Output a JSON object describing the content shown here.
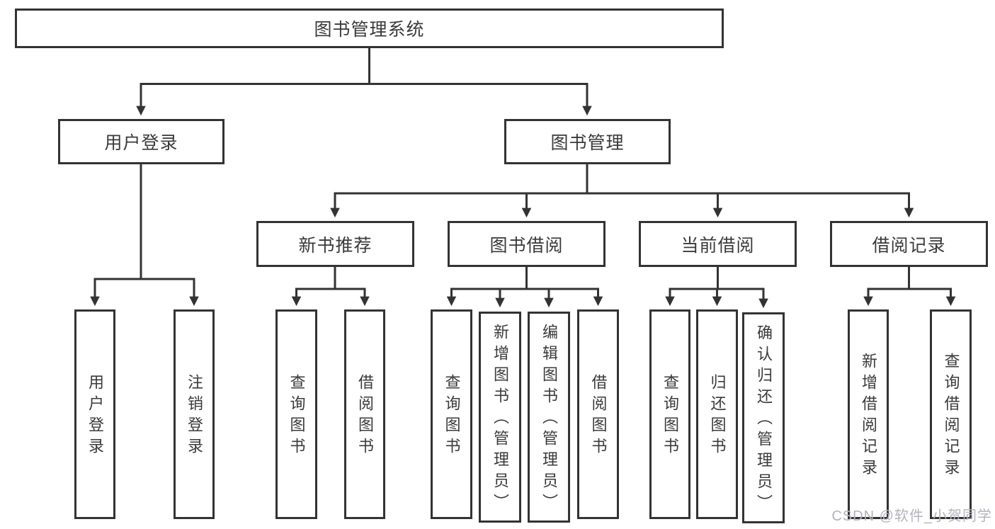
{
  "diagram": {
    "title": "图书管理系统",
    "nodes": {
      "root": "图书管理系统",
      "children": [
        {
          "label": "用户登录",
          "children": [
            "用户登录",
            "注销登录"
          ]
        },
        {
          "label": "图书管理",
          "children": [
            {
              "label": "新书推荐",
              "children": [
                "查询图书",
                "借阅图书"
              ]
            },
            {
              "label": "图书借阅",
              "children": [
                "查询图书",
                "新增图书（管理员）",
                "编辑图书（管理员）",
                "借阅图书"
              ]
            },
            {
              "label": "当前借阅",
              "children": [
                "查询图书",
                "归还图书",
                "确认归还（管理员）"
              ]
            },
            {
              "label": "借阅记录",
              "children": [
                "新增借阅记录",
                "查询借阅记录"
              ]
            }
          ]
        }
      ]
    },
    "line_color": "#333333",
    "background_color": "#ffffff",
    "text_color": "#3a3a3a"
  },
  "watermark": "CSDN @软件_小贺同学"
}
